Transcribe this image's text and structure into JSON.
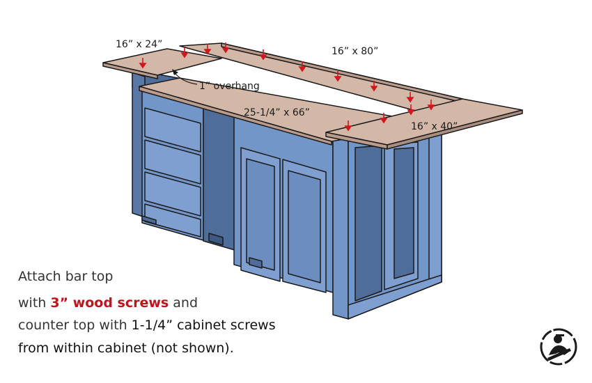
{
  "labels": {
    "bar_top_left": "16” x 24”",
    "bar_top_back": "16” x 80”",
    "overhang": "1” overhang",
    "counter_top": "25-1/4” x 66”",
    "bar_top_right": "16” x 40”"
  },
  "instructions": {
    "line1": "Attach bar top",
    "line2_prefix": "with ",
    "line2_highlight": "3” wood screws",
    "line2_suffix": " and",
    "line3_prefix": "counter top with ",
    "line3_highlight": "1-1/4” cabinet screws",
    "line4": "from within cabinet (not shown)."
  },
  "colors": {
    "cabinet": "#7396c9",
    "cabinet_dark": "#4f6d99",
    "top": "#d3b8a8",
    "arrow": "#d0181f",
    "highlight": "#c0141c"
  },
  "icons": {
    "logo": "woodworker-logo-icon",
    "arrow": "arrow-down-icon"
  }
}
